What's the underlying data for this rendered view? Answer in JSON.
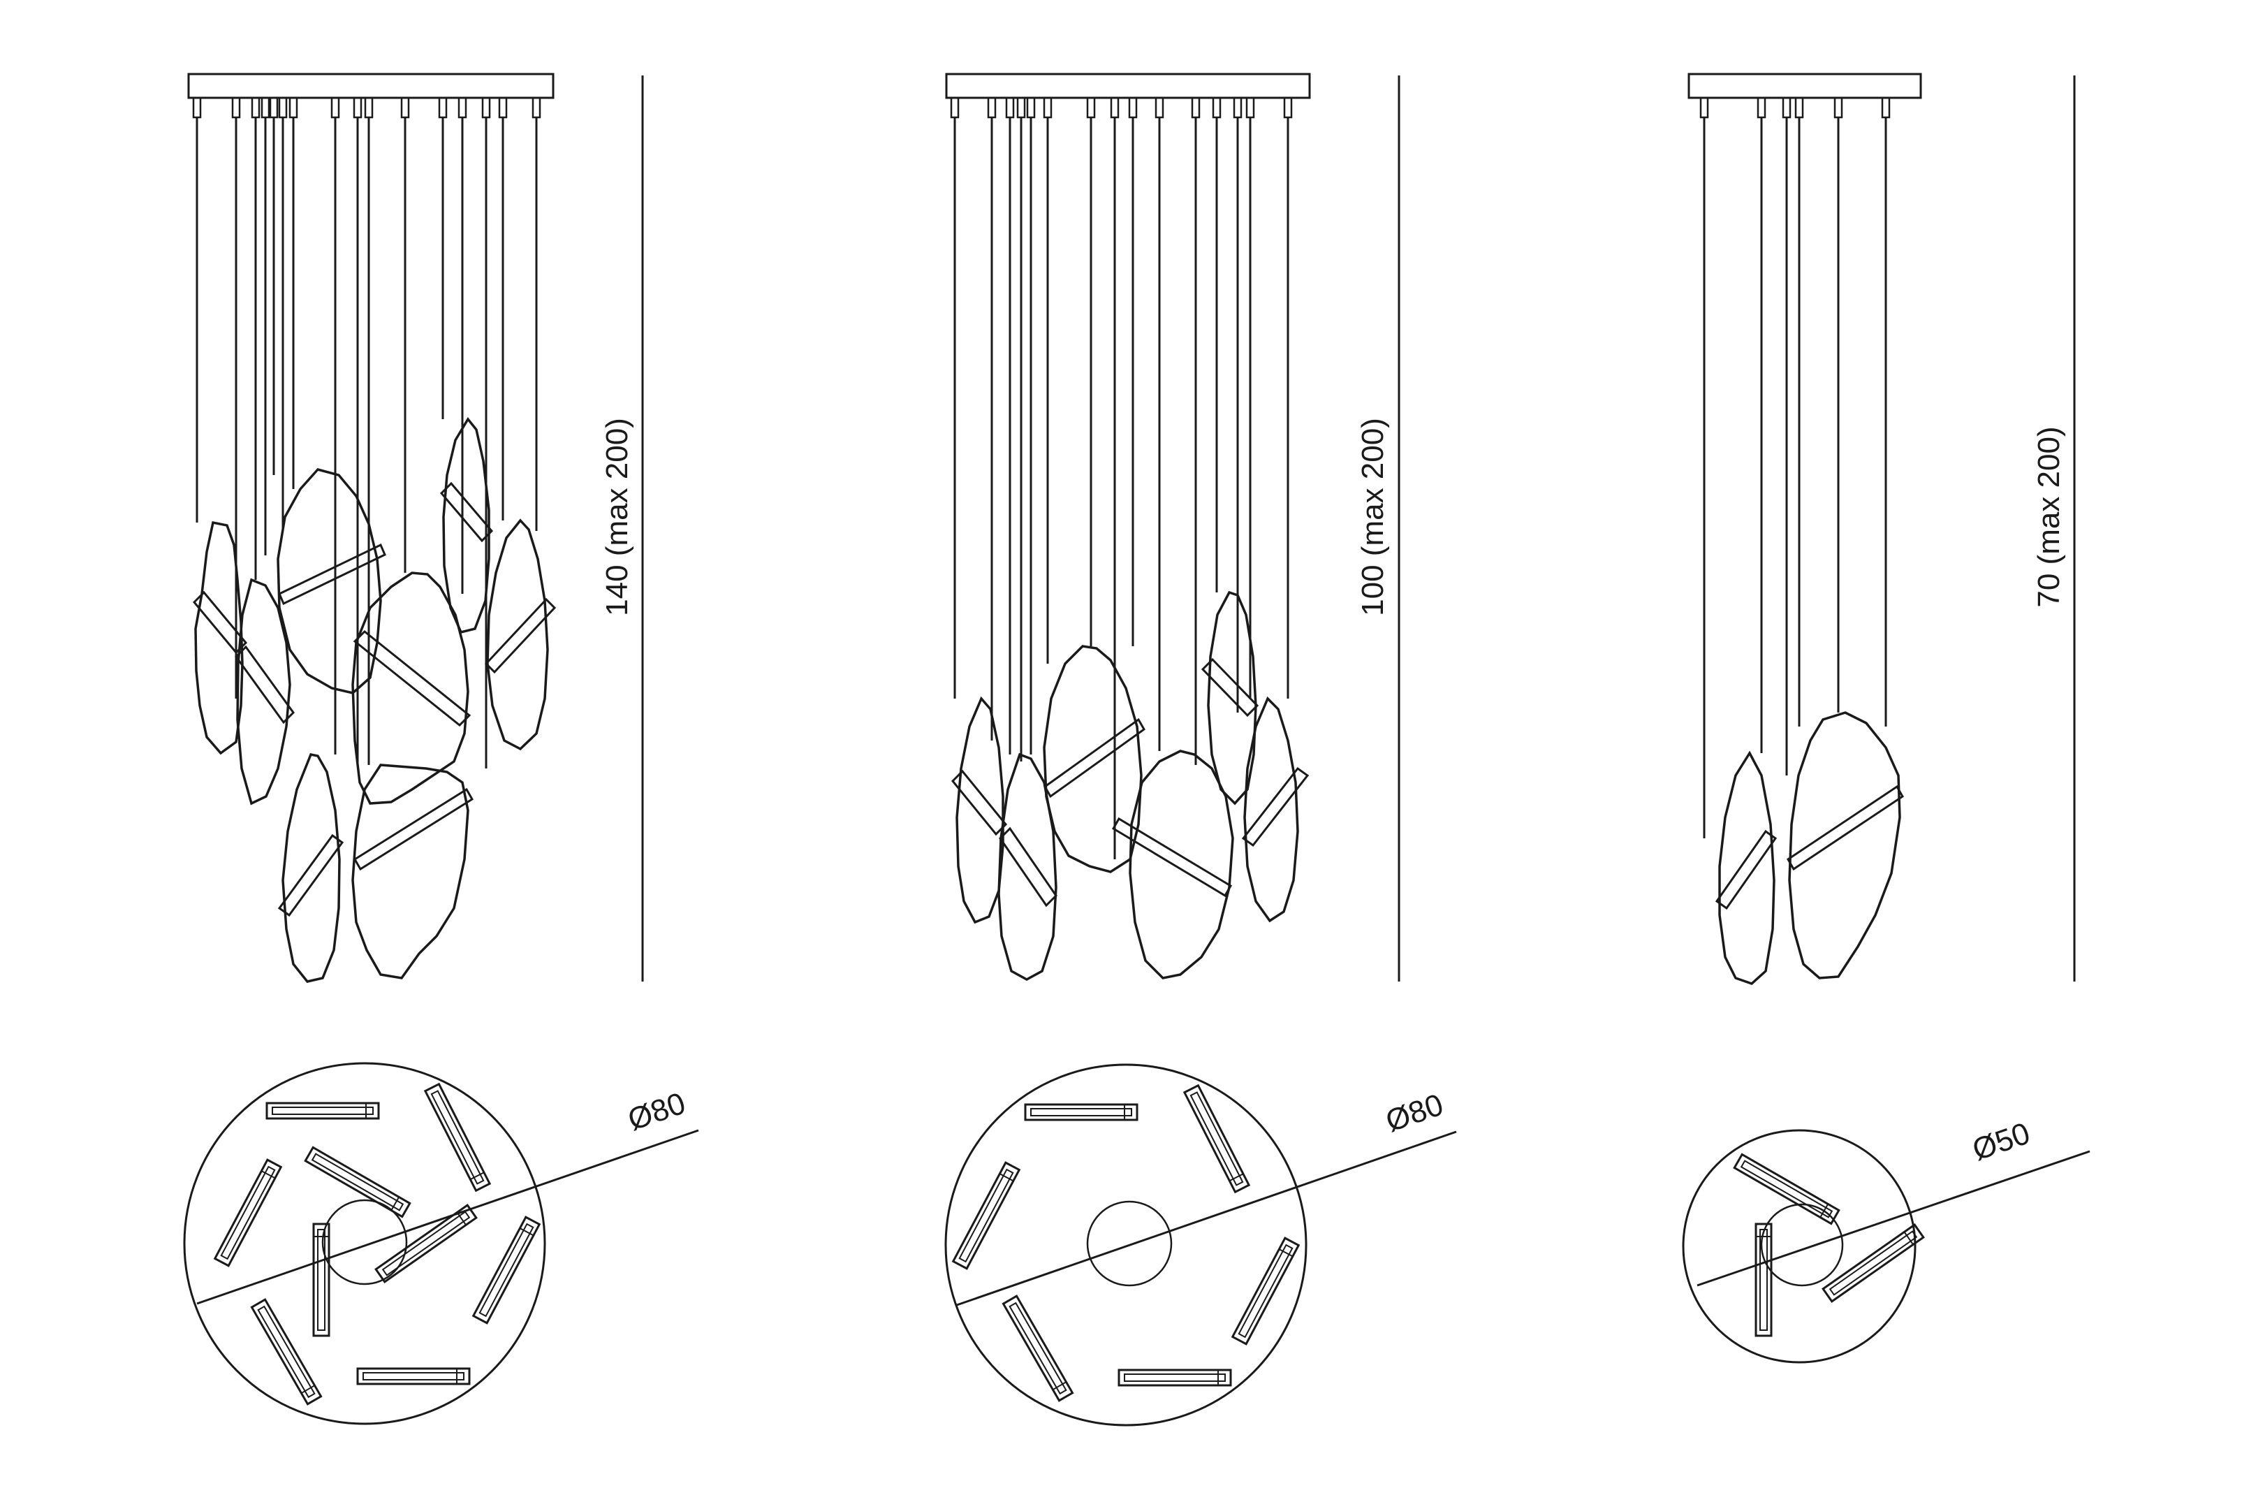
{
  "fixtures": [
    {
      "id": "large",
      "height_label": "140 (max 200)",
      "diameter_label": "Ø80",
      "pendant_count": 14,
      "plan_bar_count": 9,
      "plan_has_center_disc": true,
      "drop_levels": [
        "tall",
        "mid",
        "short"
      ]
    },
    {
      "id": "medium",
      "height_label": "100 (max 200)",
      "diameter_label": "Ø80",
      "pendant_count": 14,
      "plan_bar_count": 6,
      "plan_has_center_disc": true,
      "drop_levels": [
        "mid",
        "short"
      ]
    },
    {
      "id": "small",
      "height_label": "70 (max 200)",
      "diameter_label": "Ø50",
      "pendant_count": 5,
      "plan_bar_count": 3,
      "plan_has_center_disc": true,
      "drop_levels": [
        "short"
      ]
    }
  ],
  "colors": {
    "line": "#1a1a1a",
    "background": "#ffffff"
  }
}
